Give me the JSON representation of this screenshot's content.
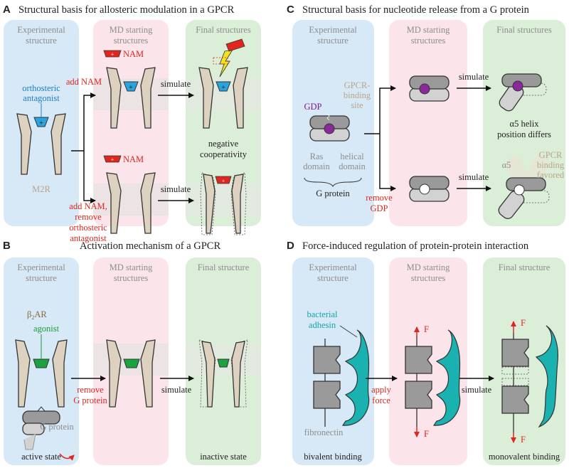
{
  "colors": {
    "blue_panel": "#d7e8f7",
    "pink_panel": "#fbe4ea",
    "green_panel": "#dbeed8",
    "receptor": "#dcd2bf",
    "gprotein_dark": "#9a9a9a",
    "gprotein_light": "#d2d2d2",
    "red": "#e0261f",
    "antagonist": "#2aa4dc",
    "agonist": "#1aa33f",
    "gdp": "#8a2a9a",
    "adhesin": "#19b2b0"
  },
  "panelA": {
    "letter": "A",
    "title": "Structural basis for allosteric modulation in a GPCR",
    "col_exp": "Experimental structure",
    "col_md": "MD starting structures",
    "col_final": "Final structures",
    "orthosteric_antagonist": "orthosteric antagonist",
    "m2r": "M2R",
    "add_nam": "add NAM",
    "nam1": "NAM",
    "nam2": "NAM",
    "add_nam_remove": "add NAM, remove orthosteric antagonist",
    "simulate1": "simulate",
    "simulate2": "simulate",
    "negative_cooperativity": "negative cooperativity"
  },
  "panelB": {
    "letter": "B",
    "title": "Activation mechanism of a GPCR",
    "col_exp": "Experimental structure",
    "col_md": "MD starting structures",
    "col_final": "Final structure",
    "b2ar": "β2AR",
    "agonist": "agonist",
    "g_protein": "G protein",
    "remove_g_protein": "remove G protein",
    "simulate": "simulate",
    "active_state": "active state",
    "inactive_state": "inactive state"
  },
  "panelC": {
    "letter": "C",
    "title": "Structural basis for nucleotide release from a G protein",
    "col_exp": "Experimental structure",
    "col_md": "MD starting structures",
    "col_final": "Final structures",
    "gdp": "GDP",
    "gpcr_binding_site": "GPCR-binding site",
    "ras_domain": "Ras domain",
    "helical_domain": "helical domain",
    "g_protein": "G protein",
    "remove_gdp": "remove GDP",
    "simulate1": "simulate",
    "simulate2": "simulate",
    "a5_helix": "α5 helix position differs",
    "a5": "α5",
    "gpcr_binding_favored": "GPCR binding favored"
  },
  "panelD": {
    "letter": "D",
    "title": "Force-induced regulation of protein-protein interaction",
    "col_exp": "Experimental structure",
    "col_md": "MD starting structures",
    "col_final": "Final structure",
    "bacterial_adhesin": "bacterial adhesin",
    "fibronectin": "fibronectin",
    "apply_force": "apply force",
    "simulate": "simulate",
    "f": "F",
    "bivalent": "bivalent binding",
    "monovalent": "monovalent binding"
  }
}
